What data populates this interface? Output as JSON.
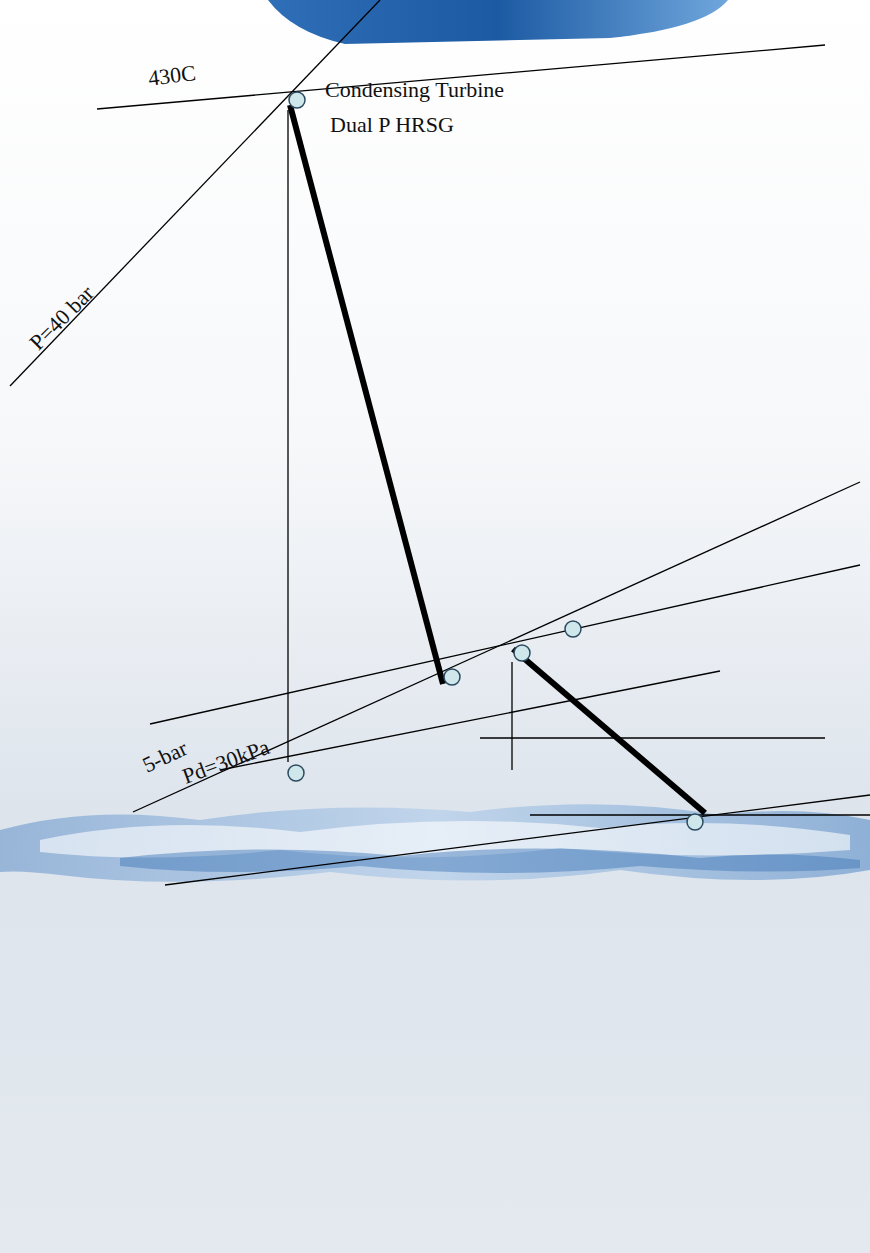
{
  "diagram": {
    "labels": [
      "430C",
      "Condensing Turbine",
      "Dual P HRSG",
      "P=40 bar",
      "5-bar",
      "Pd=30kPa"
    ]
  }
}
